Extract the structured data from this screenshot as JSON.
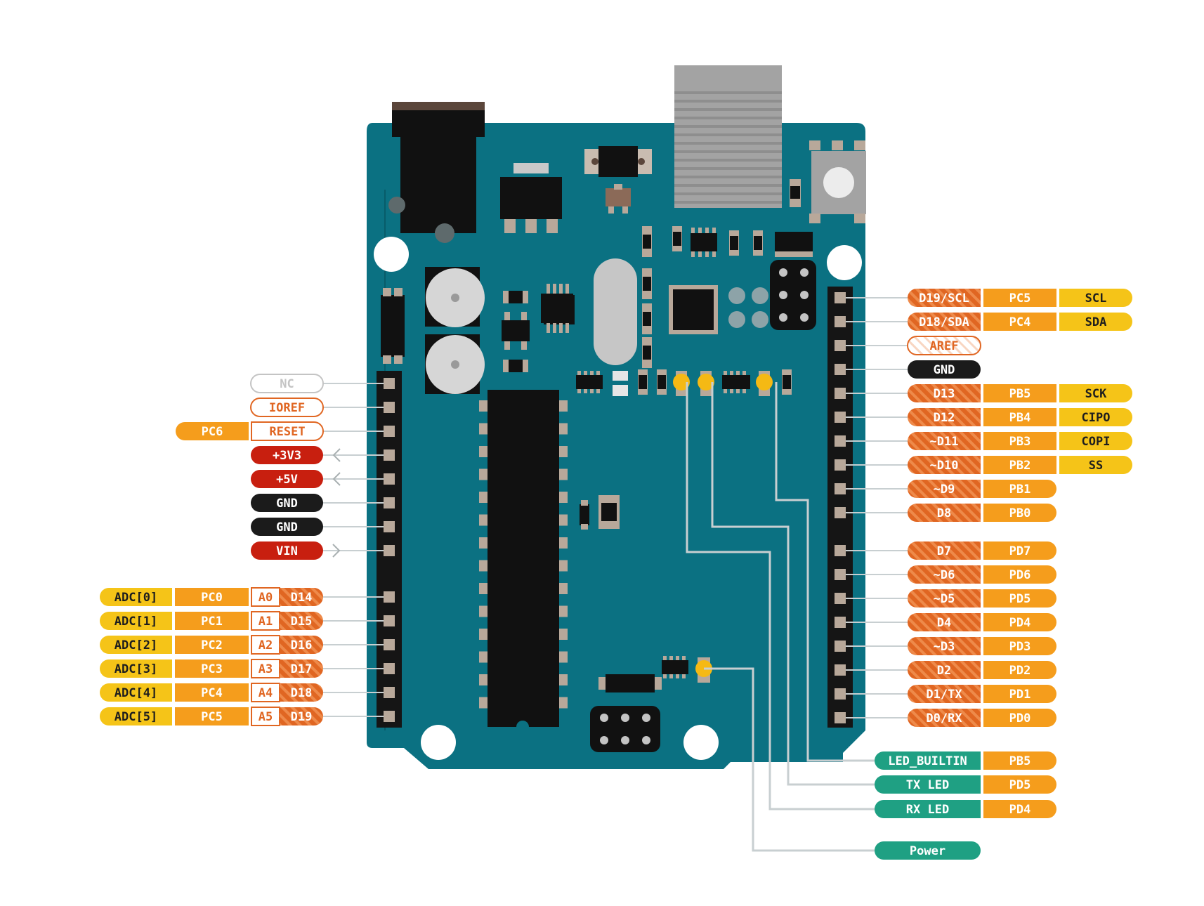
{
  "colors": {
    "board": "#0b7182",
    "board_edge": "#075c6a",
    "header": "#151515",
    "pin": "#b8a89a",
    "leader": "#c8cfd1",
    "orange": "#f59d1c",
    "yellow": "#f5c418",
    "stripe_orange": "#e06622",
    "red": "#c81f0f",
    "black": "#1b1b1b",
    "teal": "#1fa083",
    "gray_text": "#c4c4c4",
    "led": "#f5b914",
    "text_dark": "#1e1e1e",
    "text_light": "#ffffff",
    "text_orange": "#e06622"
  },
  "left_pins": [
    {
      "labels": [
        {
          "text": "NC",
          "style": "outline-gray"
        }
      ]
    },
    {
      "labels": [
        {
          "text": "IOREF",
          "style": "outline-orange"
        }
      ]
    },
    {
      "labels": [
        {
          "text": "PC6",
          "style": "orange"
        },
        {
          "text": "RESET",
          "style": "outline-orange"
        }
      ]
    },
    {
      "labels": [
        {
          "text": "+3V3",
          "style": "red"
        }
      ],
      "arrow": "out"
    },
    {
      "labels": [
        {
          "text": "+5V",
          "style": "red"
        }
      ],
      "arrow": "out"
    },
    {
      "labels": [
        {
          "text": "GND",
          "style": "black"
        }
      ]
    },
    {
      "labels": [
        {
          "text": "GND",
          "style": "black"
        }
      ]
    },
    {
      "labels": [
        {
          "text": "VIN",
          "style": "red"
        }
      ],
      "arrow": "in"
    },
    {
      "labels": [
        {
          "text": "ADC[0]",
          "style": "yellow"
        },
        {
          "text": "PC0",
          "style": "orange"
        },
        {
          "text": "A0",
          "style": "outline-orange"
        },
        {
          "text": "D14",
          "style": "stripe"
        }
      ]
    },
    {
      "labels": [
        {
          "text": "ADC[1]",
          "style": "yellow"
        },
        {
          "text": "PC1",
          "style": "orange"
        },
        {
          "text": "A1",
          "style": "outline-orange"
        },
        {
          "text": "D15",
          "style": "stripe"
        }
      ]
    },
    {
      "labels": [
        {
          "text": "ADC[2]",
          "style": "yellow"
        },
        {
          "text": "PC2",
          "style": "orange"
        },
        {
          "text": "A2",
          "style": "outline-orange"
        },
        {
          "text": "D16",
          "style": "stripe"
        }
      ]
    },
    {
      "labels": [
        {
          "text": "ADC[3]",
          "style": "yellow"
        },
        {
          "text": "PC3",
          "style": "orange"
        },
        {
          "text": "A3",
          "style": "outline-orange"
        },
        {
          "text": "D17",
          "style": "stripe"
        }
      ]
    },
    {
      "labels": [
        {
          "text": "ADC[4]",
          "style": "yellow"
        },
        {
          "text": "PC4",
          "style": "orange"
        },
        {
          "text": "A4",
          "style": "outline-orange"
        },
        {
          "text": "D18",
          "style": "stripe"
        }
      ]
    },
    {
      "labels": [
        {
          "text": "ADC[5]",
          "style": "yellow"
        },
        {
          "text": "PC5",
          "style": "orange"
        },
        {
          "text": "A5",
          "style": "outline-orange"
        },
        {
          "text": "D19",
          "style": "stripe"
        }
      ]
    }
  ],
  "right_pins": [
    {
      "labels": [
        {
          "text": "D19/SCL",
          "style": "stripe"
        },
        {
          "text": "PC5",
          "style": "orange"
        },
        {
          "text": "SCL",
          "style": "yellow"
        }
      ]
    },
    {
      "labels": [
        {
          "text": "D18/SDA",
          "style": "stripe"
        },
        {
          "text": "PC4",
          "style": "orange"
        },
        {
          "text": "SDA",
          "style": "yellow"
        }
      ]
    },
    {
      "labels": [
        {
          "text": "AREF",
          "style": "outline-stripe"
        }
      ]
    },
    {
      "labels": [
        {
          "text": "GND",
          "style": "black"
        }
      ]
    },
    {
      "labels": [
        {
          "text": "D13",
          "style": "stripe"
        },
        {
          "text": "PB5",
          "style": "orange"
        },
        {
          "text": "SCK",
          "style": "yellow"
        }
      ]
    },
    {
      "labels": [
        {
          "text": "D12",
          "style": "stripe"
        },
        {
          "text": "PB4",
          "style": "orange"
        },
        {
          "text": "CIPO",
          "style": "yellow"
        }
      ]
    },
    {
      "labels": [
        {
          "text": "~D11",
          "style": "stripe"
        },
        {
          "text": "PB3",
          "style": "orange"
        },
        {
          "text": "COPI",
          "style": "yellow"
        }
      ]
    },
    {
      "labels": [
        {
          "text": "~D10",
          "style": "stripe"
        },
        {
          "text": "PB2",
          "style": "orange"
        },
        {
          "text": "SS",
          "style": "yellow"
        }
      ]
    },
    {
      "labels": [
        {
          "text": "~D9",
          "style": "stripe"
        },
        {
          "text": "PB1",
          "style": "orange"
        }
      ]
    },
    {
      "labels": [
        {
          "text": "D8",
          "style": "stripe"
        },
        {
          "text": "PB0",
          "style": "orange"
        }
      ]
    },
    {
      "labels": [
        {
          "text": "D7",
          "style": "stripe"
        },
        {
          "text": "PD7",
          "style": "orange"
        }
      ]
    },
    {
      "labels": [
        {
          "text": "~D6",
          "style": "stripe"
        },
        {
          "text": "PD6",
          "style": "orange"
        }
      ]
    },
    {
      "labels": [
        {
          "text": "~D5",
          "style": "stripe"
        },
        {
          "text": "PD5",
          "style": "orange"
        }
      ]
    },
    {
      "labels": [
        {
          "text": "D4",
          "style": "stripe"
        },
        {
          "text": "PD4",
          "style": "orange"
        }
      ]
    },
    {
      "labels": [
        {
          "text": "~D3",
          "style": "stripe"
        },
        {
          "text": "PD3",
          "style": "orange"
        }
      ]
    },
    {
      "labels": [
        {
          "text": "D2",
          "style": "stripe"
        },
        {
          "text": "PD2",
          "style": "orange"
        }
      ]
    },
    {
      "labels": [
        {
          "text": "D1/TX",
          "style": "stripe"
        },
        {
          "text": "PD1",
          "style": "orange"
        }
      ]
    },
    {
      "labels": [
        {
          "text": "D0/RX",
          "style": "stripe"
        },
        {
          "text": "PD0",
          "style": "orange"
        }
      ]
    }
  ],
  "leds": [
    {
      "labels": [
        {
          "text": "LED_BUILTIN",
          "style": "teal"
        },
        {
          "text": "PB5",
          "style": "orange"
        }
      ]
    },
    {
      "labels": [
        {
          "text": "TX LED",
          "style": "teal"
        },
        {
          "text": "PD5",
          "style": "orange"
        }
      ]
    },
    {
      "labels": [
        {
          "text": "RX LED",
          "style": "teal"
        },
        {
          "text": "PD4",
          "style": "orange"
        }
      ]
    },
    {
      "labels": [
        {
          "text": "Power",
          "style": "teal"
        }
      ]
    }
  ]
}
